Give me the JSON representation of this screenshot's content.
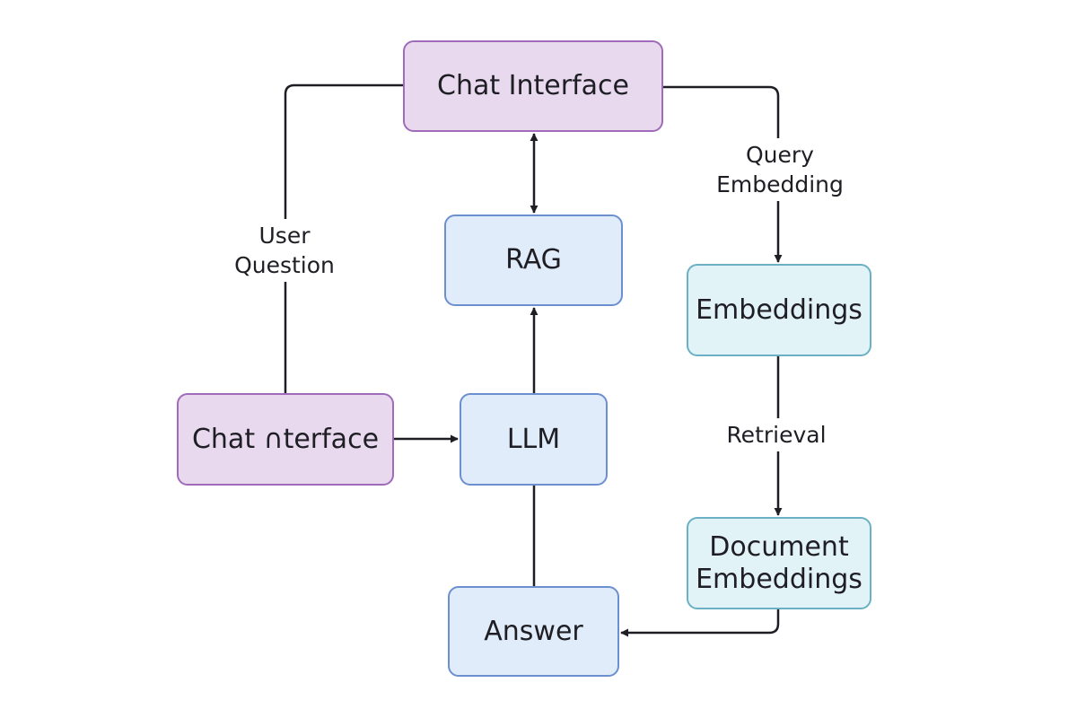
{
  "diagram": {
    "nodes": {
      "chat_interface_top": "Chat Interface",
      "rag": "RAG",
      "embeddings": "Embeddings",
      "chat_interface_left": "Chat ∩terface",
      "llm": "LLM",
      "document_embeddings": "Document\nEmbeddings",
      "answer": "Answer"
    },
    "edge_labels": {
      "user_question": "User\nQuestion",
      "query_embedding": "Query\nEmbedding",
      "retrieval": "Retrieval"
    },
    "colors": {
      "purple_fill": "#e8d9ef",
      "purple_border": "#a06bb8",
      "blue_fill": "#e0ecfa",
      "blue_border": "#6b8fcf",
      "cyan_fill": "#e2f3f8",
      "cyan_border": "#6bb0c4",
      "edge": "#1e1e24"
    }
  }
}
